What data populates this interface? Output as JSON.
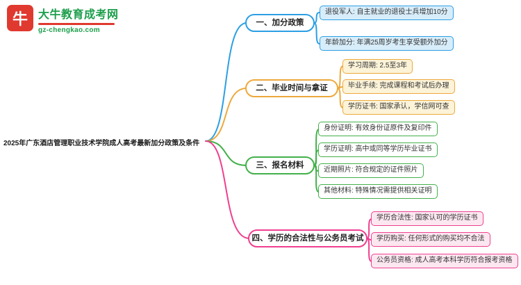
{
  "logo": {
    "title": "大牛教育成考网",
    "url": "gz-chengkao.com",
    "icon": "bull-icon",
    "icon_glyph": "牛",
    "brand_red": "#e0392f",
    "brand_green": "#1c9e4b"
  },
  "main": {
    "title": "2025年广东酒店管理职业技术学院成人高考最新加分政策及条件"
  },
  "branches": [
    {
      "label": "一、加分政策",
      "color": "#2b9fe3",
      "child_bg": "#d8edfa",
      "children": [
        "退役军人: 自主就业的退役士兵增加10分",
        "年龄加分: 年满25周岁考生享受额外加分"
      ]
    },
    {
      "label": "二、毕业时间与拿证",
      "color": "#eda93c",
      "child_bg": "#fcf3d8",
      "children": [
        "学习周期: 2.5至3年",
        "毕业手续: 完成课程和考试后办理",
        "学历证书: 国家承认，学信网可查"
      ]
    },
    {
      "label": "三、报名材料",
      "color": "#43b04a",
      "child_bg": "#ffffff",
      "children": [
        "身份证明: 有效身份证原件及复印件",
        "学历证明: 高中或同等学历毕业证书",
        "近期照片: 符合规定的证件照片",
        "其他材料: 特殊情况需提供相关证明"
      ]
    },
    {
      "label": "四、学历的合法性与公务员考试",
      "color": "#ef3f8f",
      "child_bg": "#fce7f0",
      "children": [
        "学历合法性: 国家认可的学历证书",
        "学历购买: 任何形式的购买均不合法",
        "公务员资格: 成人高考本科学历符合报考资格"
      ]
    }
  ]
}
